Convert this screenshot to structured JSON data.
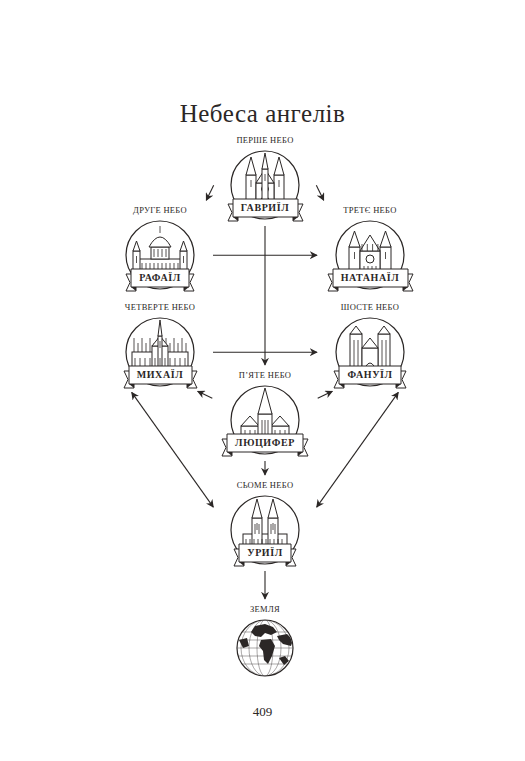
{
  "diagram": {
    "title": "Небеса ангелів",
    "nodes": [
      {
        "text": [
          "ПЕРШЕ НЕБО",
          "ГАВРИЇЛ"
        ]
      },
      {
        "text": [
          "ДРУГЕ НЕБО",
          "РАФАЇЛ"
        ]
      },
      {
        "text": [
          "ТРЕТЄ НЕБО",
          "НАТАНАЇЛ"
        ]
      },
      {
        "text": [
          "ЧЕТВЕРТЕ НЕБО",
          "МИХАЇЛ"
        ]
      },
      {
        "text": [
          "ШОСТЕ НЕБО",
          "ФАНУЇЛ"
        ]
      },
      {
        "text": [
          "П’ЯТЕ НЕБО",
          "ЛЮЦИФЕР"
        ]
      },
      {
        "text": [
          "СЬОМЕ НЕБО",
          "УРИЇЛ"
        ]
      },
      {
        "text": [
          "ЗЕМЛЯ"
        ]
      }
    ],
    "edges": [
      {
        "from": 0,
        "to": 1,
        "arrow": "to"
      },
      {
        "from": 0,
        "to": 2,
        "arrow": "to"
      },
      {
        "from": 0,
        "to": 5,
        "arrow": "to"
      },
      {
        "from": 1,
        "to": 2,
        "arrow": "to"
      },
      {
        "from": 3,
        "to": 4,
        "arrow": "to"
      },
      {
        "from": 5,
        "to": 3,
        "arrow": "to"
      },
      {
        "from": 5,
        "to": 4,
        "arrow": "to"
      },
      {
        "from": 3,
        "to": 6,
        "arrow": "both"
      },
      {
        "from": 4,
        "to": 6,
        "arrow": "both"
      },
      {
        "from": 5,
        "to": 6,
        "arrow": "to"
      },
      {
        "from": 6,
        "to": 7,
        "arrow": "to"
      }
    ],
    "labels": [
      "409"
    ]
  }
}
